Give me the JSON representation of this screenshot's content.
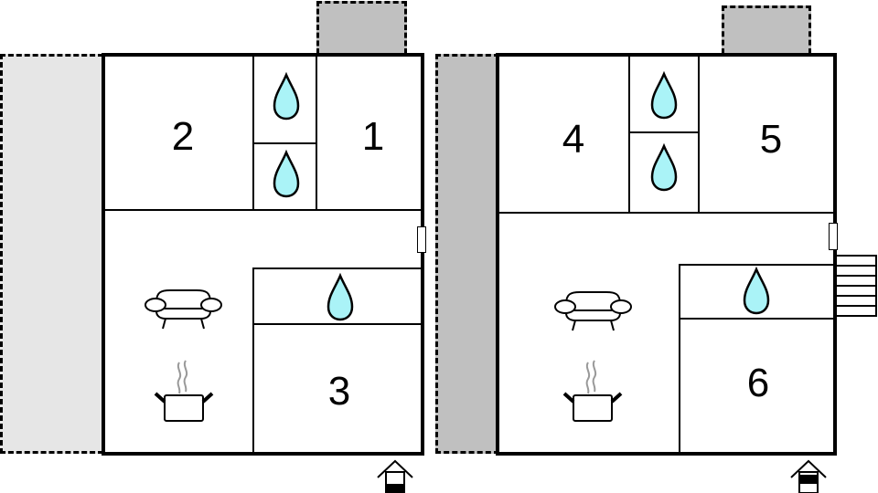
{
  "diagram": {
    "type": "floor-plan",
    "floors": [
      {
        "name": "floor-left",
        "rooms": [
          {
            "id": "room-2",
            "label": "2",
            "type": "bedroom"
          },
          {
            "id": "room-1",
            "label": "1",
            "type": "bedroom"
          },
          {
            "id": "room-3",
            "label": "3",
            "type": "bedroom"
          },
          {
            "id": "bath-top",
            "label": "",
            "type": "bathroom"
          },
          {
            "id": "bath-mid",
            "label": "",
            "type": "bathroom"
          },
          {
            "id": "bath-lower",
            "label": "",
            "type": "bathroom"
          },
          {
            "id": "living",
            "label": "",
            "type": "living-kitchen"
          }
        ],
        "icons": [
          "water-drop-icon",
          "water-drop-icon",
          "water-drop-icon",
          "sofa-icon",
          "cooking-pot-icon",
          "entrance-icon"
        ]
      },
      {
        "name": "floor-right",
        "rooms": [
          {
            "id": "room-4",
            "label": "4",
            "type": "bedroom"
          },
          {
            "id": "room-5",
            "label": "5",
            "type": "bedroom"
          },
          {
            "id": "room-6",
            "label": "6",
            "type": "bedroom"
          },
          {
            "id": "bath-top",
            "label": "",
            "type": "bathroom"
          },
          {
            "id": "bath-mid",
            "label": "",
            "type": "bathroom"
          },
          {
            "id": "bath-lower",
            "label": "",
            "type": "bathroom"
          },
          {
            "id": "living",
            "label": "",
            "type": "living-kitchen"
          }
        ],
        "icons": [
          "water-drop-icon",
          "water-drop-icon",
          "water-drop-icon",
          "sofa-icon",
          "cooking-pot-icon",
          "stairs-icon",
          "entrance-icon"
        ]
      }
    ],
    "colors": {
      "wall": "#000000",
      "water": "#aaf3f7",
      "terrace_light": "#e6e6e6",
      "terrace_dark": "#c0c0c0",
      "steam": "#999999"
    }
  }
}
